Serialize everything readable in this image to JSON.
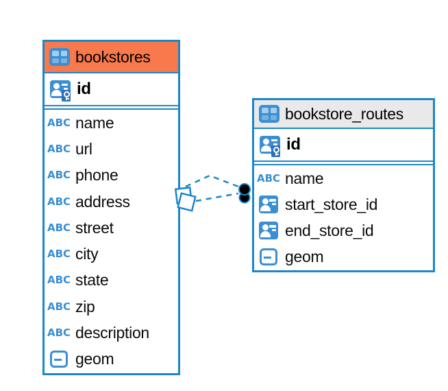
{
  "colors": {
    "table_border": "#1B86C8",
    "icon_blue": "#3A8ED3",
    "key_badge_blue": "#2B72B9",
    "bookstores_header_bg": "#F8794B",
    "routes_header_bg": "#E9E9E9",
    "connector_blue": "#1B86C8",
    "text_color": "#000000"
  },
  "icons": {
    "text_type_glyph": "ABC"
  },
  "tables": [
    {
      "name": "bookstores",
      "primary_key": "id",
      "columns": [
        {
          "name": "name",
          "type": "text"
        },
        {
          "name": "url",
          "type": "text"
        },
        {
          "name": "phone",
          "type": "text"
        },
        {
          "name": "address",
          "type": "text"
        },
        {
          "name": "street",
          "type": "text"
        },
        {
          "name": "city",
          "type": "text"
        },
        {
          "name": "state",
          "type": "text"
        },
        {
          "name": "zip",
          "type": "text"
        },
        {
          "name": "description",
          "type": "text"
        },
        {
          "name": "geom",
          "type": "geometry"
        }
      ]
    },
    {
      "name": "bookstore_routes",
      "primary_key": "id",
      "columns": [
        {
          "name": "name",
          "type": "text"
        },
        {
          "name": "start_store_id",
          "type": "reference"
        },
        {
          "name": "end_store_id",
          "type": "reference"
        },
        {
          "name": "geom",
          "type": "geometry"
        }
      ]
    }
  ],
  "relationship": {
    "from_table": "bookstores",
    "to_table": "bookstore_routes",
    "line_style": "dashed",
    "link_count": 2,
    "from_marker": "overlapping-diamonds",
    "to_marker": "filled-dots"
  }
}
